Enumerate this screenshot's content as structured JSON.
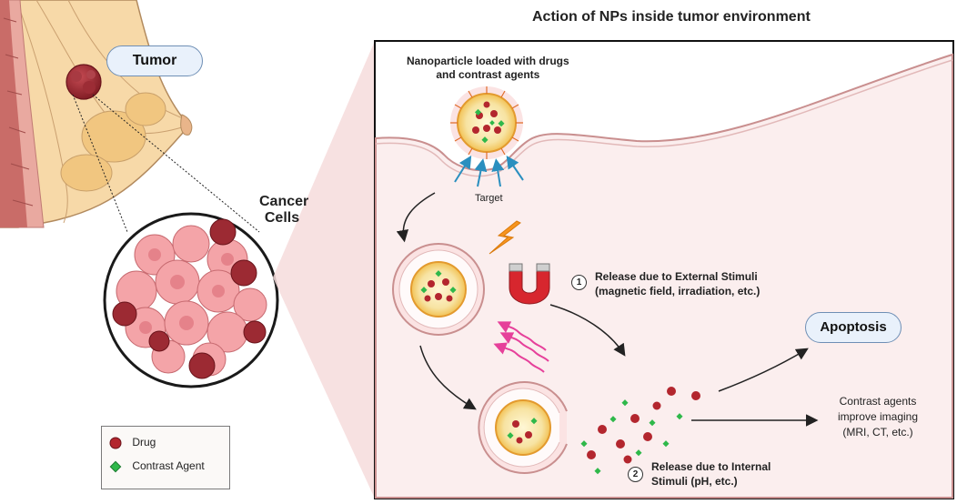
{
  "title": "Action of NPs inside tumor environment",
  "labels": {
    "tumor": "Tumor",
    "cancer_cells_line1": "Cancer",
    "cancer_cells_line2": "Cells",
    "nanoparticle_line1": "Nanoparticle loaded with drugs",
    "nanoparticle_line2": "and contrast agents",
    "target": "Target",
    "apoptosis": "Apoptosis"
  },
  "steps": [
    {
      "number": "1",
      "line1": "Release due to External Stimuli",
      "line2": "(magnetic field, irradiation, etc.)"
    },
    {
      "number": "2",
      "line1": "Release due to Internal",
      "line2": "Stimuli (pH, etc.)"
    }
  ],
  "imaging_note": {
    "line1": "Contrast agents",
    "line2": "improve imaging",
    "line3": "(MRI, CT, etc.)"
  },
  "legend": {
    "items": [
      {
        "label": "Drug",
        "color": "#b3262e",
        "shape": "circle"
      },
      {
        "label": "Contrast Agent",
        "color": "#2fb84a",
        "shape": "diamond"
      }
    ]
  },
  "colors": {
    "cell_fill": "#fbeeee",
    "cell_membrane": "#c98f8f",
    "drug": "#b3262e",
    "contrast_agent": "#2fb84a",
    "pill_fill": "#e9f1fb",
    "pill_border": "#6f8fb5",
    "target_arrow": "#2a8fbf",
    "lightning": "#f7941d",
    "waves": "#e6409a"
  },
  "icons": [
    "lightning-icon",
    "magnet-icon",
    "radiation-waves-icon"
  ]
}
